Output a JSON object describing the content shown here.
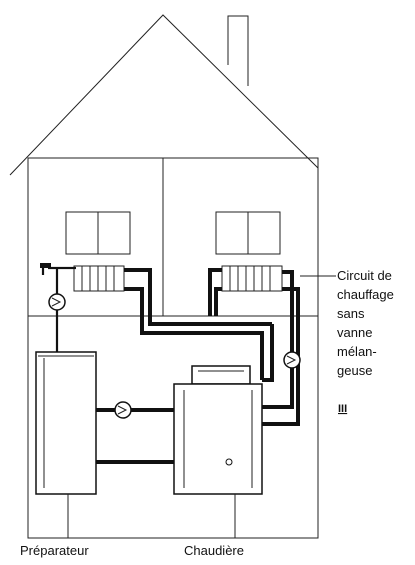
{
  "labels": {
    "circuit": [
      "Circuit de",
      "chauffage",
      "sans",
      "vanne",
      "mélan-",
      "geuse"
    ],
    "circuit_symbol": "III",
    "preparateur": "Préparateur",
    "chaudiere": "Chaudière"
  },
  "colors": {
    "line": "#111111",
    "background": "#ffffff"
  }
}
